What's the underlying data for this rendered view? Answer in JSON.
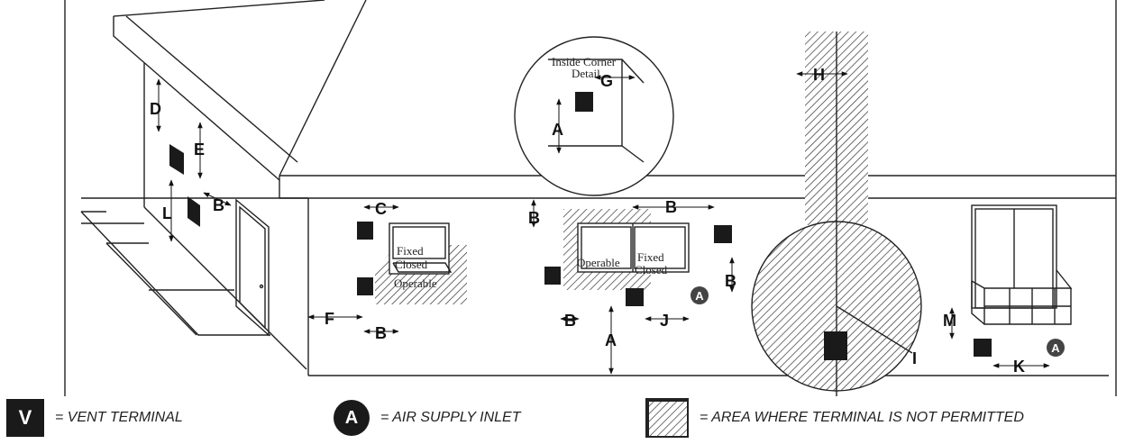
{
  "labels": {
    "D": "D",
    "E": "E",
    "L": "L",
    "B1": "B",
    "C": "C",
    "F": "F",
    "B2": "B",
    "B3": "B",
    "B4": "B",
    "B5": "B",
    "B6": "B",
    "J": "J",
    "A1": "A",
    "A2": "A",
    "G": "G",
    "H": "H",
    "I": "I",
    "M": "M",
    "K": "K"
  },
  "detail": {
    "line1": "Inside Corner",
    "line2": "Detail"
  },
  "windows": {
    "left_fixed": "Fixed",
    "left_closed": "Closed",
    "left_operable": "Operable",
    "mid_operable": "Operable",
    "mid_fixed": "Fixed",
    "mid_closed": "Closed"
  },
  "inlet_symbol": "A",
  "legend": {
    "vent_symbol": "V",
    "vent_text": "= VENT TERMINAL",
    "air_symbol": "A",
    "air_text": "= AIR SUPPLY INLET",
    "area_text": "= AREA WHERE TERMINAL IS NOT PERMITTED"
  },
  "colors": {
    "line": "#222222",
    "terminal": "#1a1a1a",
    "hatch": "#333333"
  }
}
